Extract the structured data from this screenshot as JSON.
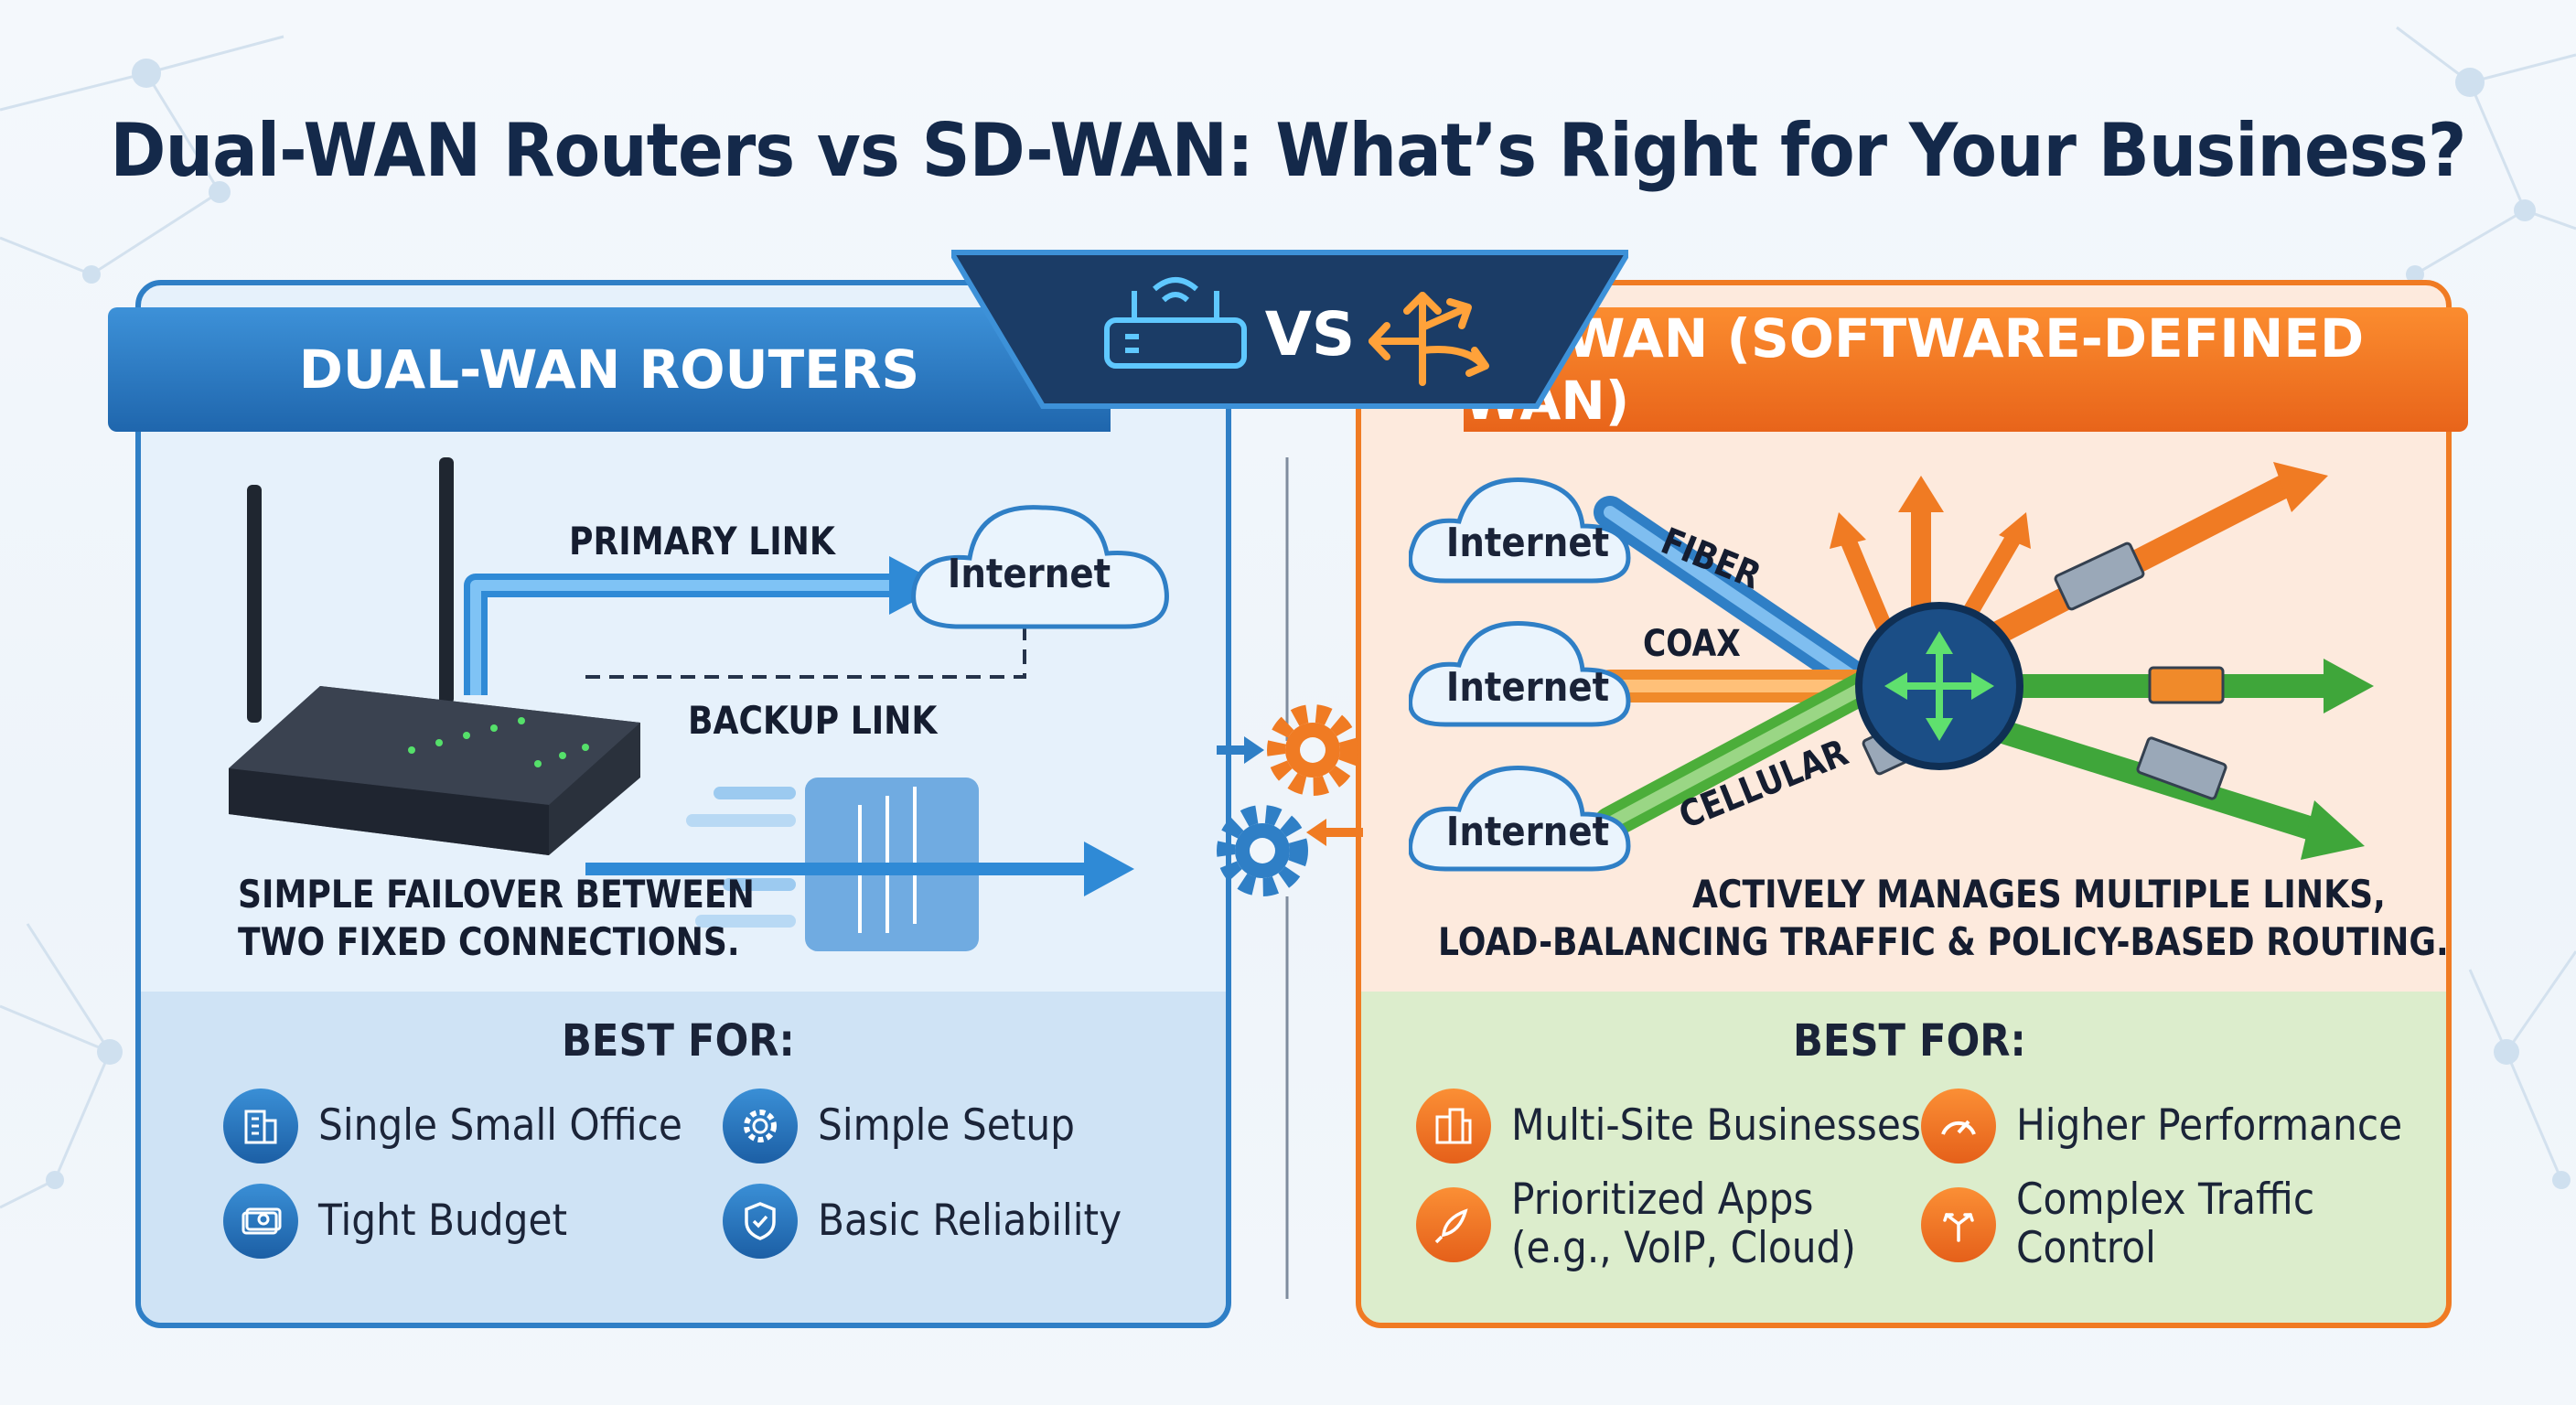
{
  "title": "Dual-WAN Routers vs SD-WAN: What’s Right for Your Business?",
  "vs_label": "VS",
  "left": {
    "header": "DUAL-WAN ROUTERS",
    "primary_link": "PRIMARY LINK",
    "backup_link": "BACKUP LINK",
    "cloud": "Internet",
    "description_line1": "SIMPLE FAILOVER BETWEEN",
    "description_line2": "TWO FIXED CONNECTIONS.",
    "best_for_title": "BEST FOR:",
    "best_for": [
      {
        "icon": "building-icon",
        "label": "Single Small Office"
      },
      {
        "icon": "gear-icon",
        "label": "Simple Setup"
      },
      {
        "icon": "money-icon",
        "label": "Tight Budget"
      },
      {
        "icon": "shield-check-icon",
        "label": "Basic Reliability"
      }
    ]
  },
  "right": {
    "header": "SD-WAN (SOFTWARE-DEFINED WAN)",
    "links": [
      {
        "cloud": "Internet",
        "label": "FIBER"
      },
      {
        "cloud": "Internet",
        "label": "COAX"
      },
      {
        "cloud": "Internet",
        "label": "CELLULAR"
      }
    ],
    "description_line1": "ACTIVELY MANAGES MULTIPLE LINKS,",
    "description_line2": "LOAD-BALANCING TRAFFIC & POLICY-BASED ROUTING.",
    "best_for_title": "BEST FOR:",
    "best_for": [
      {
        "icon": "building-icon",
        "label": "Multi-Site Businesses"
      },
      {
        "icon": "gauge-icon",
        "label": "Higher Performance"
      },
      {
        "icon": "rocket-icon",
        "label_line1": "Prioritized Apps",
        "label_line2": "(e.g., VoIP, Cloud)"
      },
      {
        "icon": "arrows-split-icon",
        "label_line1": "Complex Traffic",
        "label_line2": "Control"
      }
    ]
  },
  "colors": {
    "blue": "#2f7fc6",
    "orange": "#f07b23",
    "green": "#4caf3c",
    "navy": "#14294a"
  }
}
